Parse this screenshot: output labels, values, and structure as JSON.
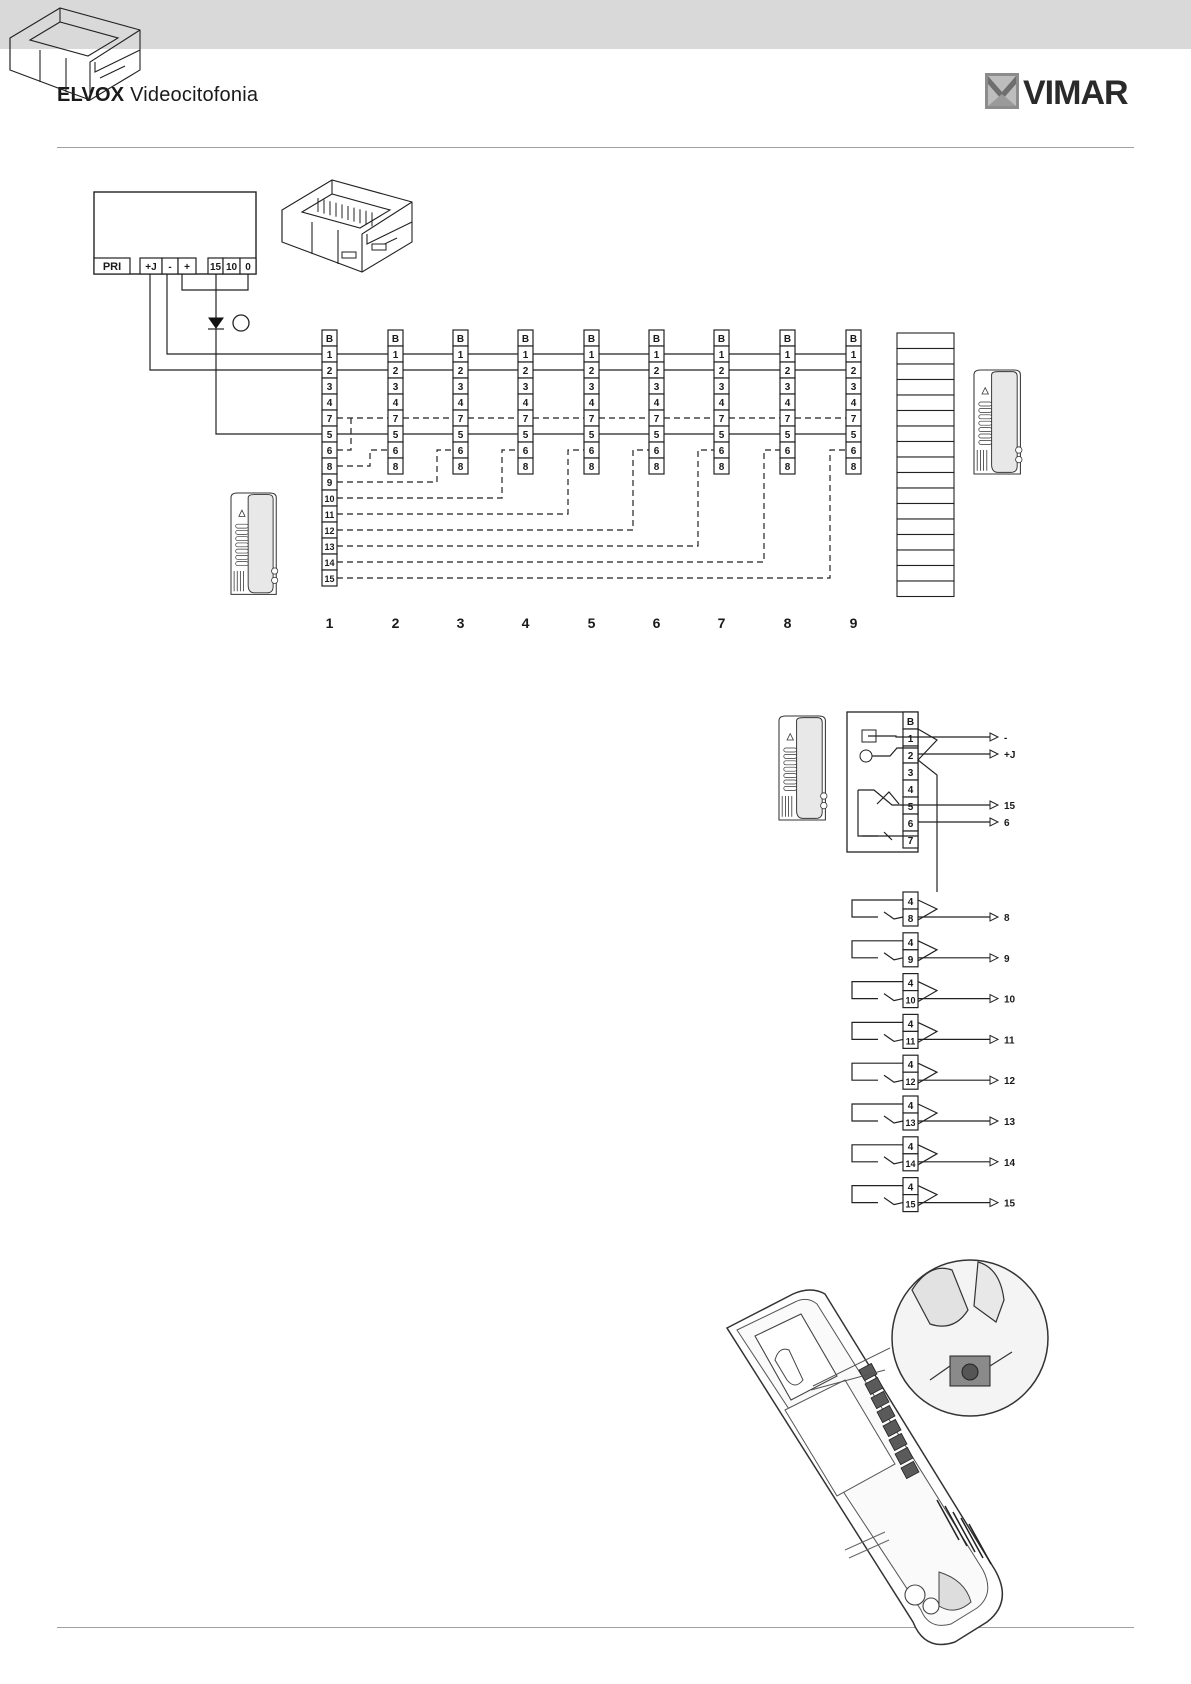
{
  "header": {
    "brand_bold": "ELVOX",
    "brand_rest": "Videocitofonia",
    "logo_text": "VIMAR"
  },
  "power_supply": {
    "terminals": [
      "PRI",
      "+J",
      "-",
      "+",
      "15",
      "10",
      "0"
    ]
  },
  "wiring": {
    "column_rows": [
      "B",
      "1",
      "2",
      "3",
      "4",
      "7",
      "5",
      "6",
      "8"
    ],
    "first_extra_rows": [
      "9",
      "10",
      "11",
      "12",
      "13",
      "14",
      "15"
    ],
    "column_numbers": [
      "1",
      "2",
      "3",
      "4",
      "5",
      "6",
      "7",
      "8",
      "9"
    ]
  },
  "module_detail": {
    "top_terminals": [
      "B",
      "1",
      "2",
      "3",
      "4",
      "5",
      "6",
      "7"
    ],
    "outputs": [
      "-",
      "+J",
      "15",
      "6"
    ],
    "button_blocks": [
      {
        "common": "4",
        "terminal": "8",
        "output": "8"
      },
      {
        "common": "4",
        "terminal": "9",
        "output": "9"
      },
      {
        "common": "4",
        "terminal": "10",
        "output": "10"
      },
      {
        "common": "4",
        "terminal": "11",
        "output": "11"
      },
      {
        "common": "4",
        "terminal": "12",
        "output": "12"
      },
      {
        "common": "4",
        "terminal": "13",
        "output": "13"
      },
      {
        "common": "4",
        "terminal": "14",
        "output": "14"
      },
      {
        "common": "4",
        "terminal": "15",
        "output": "15"
      }
    ]
  }
}
